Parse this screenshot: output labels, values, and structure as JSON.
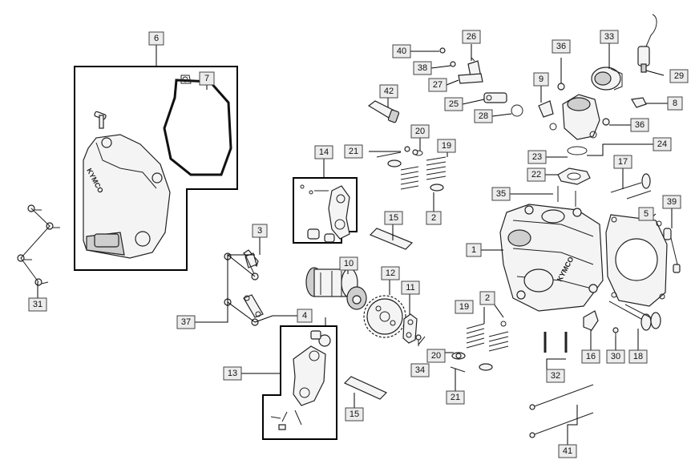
{
  "brand_mark": "KYMCO",
  "callouts": [
    {
      "id": "c1",
      "text": "1"
    },
    {
      "id": "c2a",
      "text": "2"
    },
    {
      "id": "c2b",
      "text": "2"
    },
    {
      "id": "c3",
      "text": "3"
    },
    {
      "id": "c4",
      "text": "4"
    },
    {
      "id": "c5",
      "text": "5"
    },
    {
      "id": "c6",
      "text": "6"
    },
    {
      "id": "c7",
      "text": "7"
    },
    {
      "id": "c8",
      "text": "8"
    },
    {
      "id": "c9",
      "text": "9"
    },
    {
      "id": "c10",
      "text": "10"
    },
    {
      "id": "c11",
      "text": "11"
    },
    {
      "id": "c12",
      "text": "12"
    },
    {
      "id": "c13",
      "text": "13"
    },
    {
      "id": "c14",
      "text": "14"
    },
    {
      "id": "c15a",
      "text": "15"
    },
    {
      "id": "c15b",
      "text": "15"
    },
    {
      "id": "c16",
      "text": "16"
    },
    {
      "id": "c17",
      "text": "17"
    },
    {
      "id": "c18",
      "text": "18"
    },
    {
      "id": "c19a",
      "text": "19"
    },
    {
      "id": "c19b",
      "text": "19"
    },
    {
      "id": "c20a",
      "text": "20"
    },
    {
      "id": "c20b",
      "text": "20"
    },
    {
      "id": "c21a",
      "text": "21"
    },
    {
      "id": "c21b",
      "text": "21"
    },
    {
      "id": "c22",
      "text": "22"
    },
    {
      "id": "c23",
      "text": "23"
    },
    {
      "id": "c24",
      "text": "24"
    },
    {
      "id": "c25",
      "text": "25"
    },
    {
      "id": "c26",
      "text": "26"
    },
    {
      "id": "c27",
      "text": "27"
    },
    {
      "id": "c28",
      "text": "28"
    },
    {
      "id": "c29",
      "text": "29"
    },
    {
      "id": "c30",
      "text": "30"
    },
    {
      "id": "c31",
      "text": "31"
    },
    {
      "id": "c32",
      "text": "32"
    },
    {
      "id": "c33",
      "text": "33"
    },
    {
      "id": "c34",
      "text": "34"
    },
    {
      "id": "c35",
      "text": "35"
    },
    {
      "id": "c36a",
      "text": "36"
    },
    {
      "id": "c36b",
      "text": "36"
    },
    {
      "id": "c37",
      "text": "37"
    },
    {
      "id": "c38",
      "text": "38"
    },
    {
      "id": "c39",
      "text": "39"
    },
    {
      "id": "c40",
      "text": "40"
    },
    {
      "id": "c41",
      "text": "41"
    },
    {
      "id": "c42",
      "text": "42"
    }
  ]
}
